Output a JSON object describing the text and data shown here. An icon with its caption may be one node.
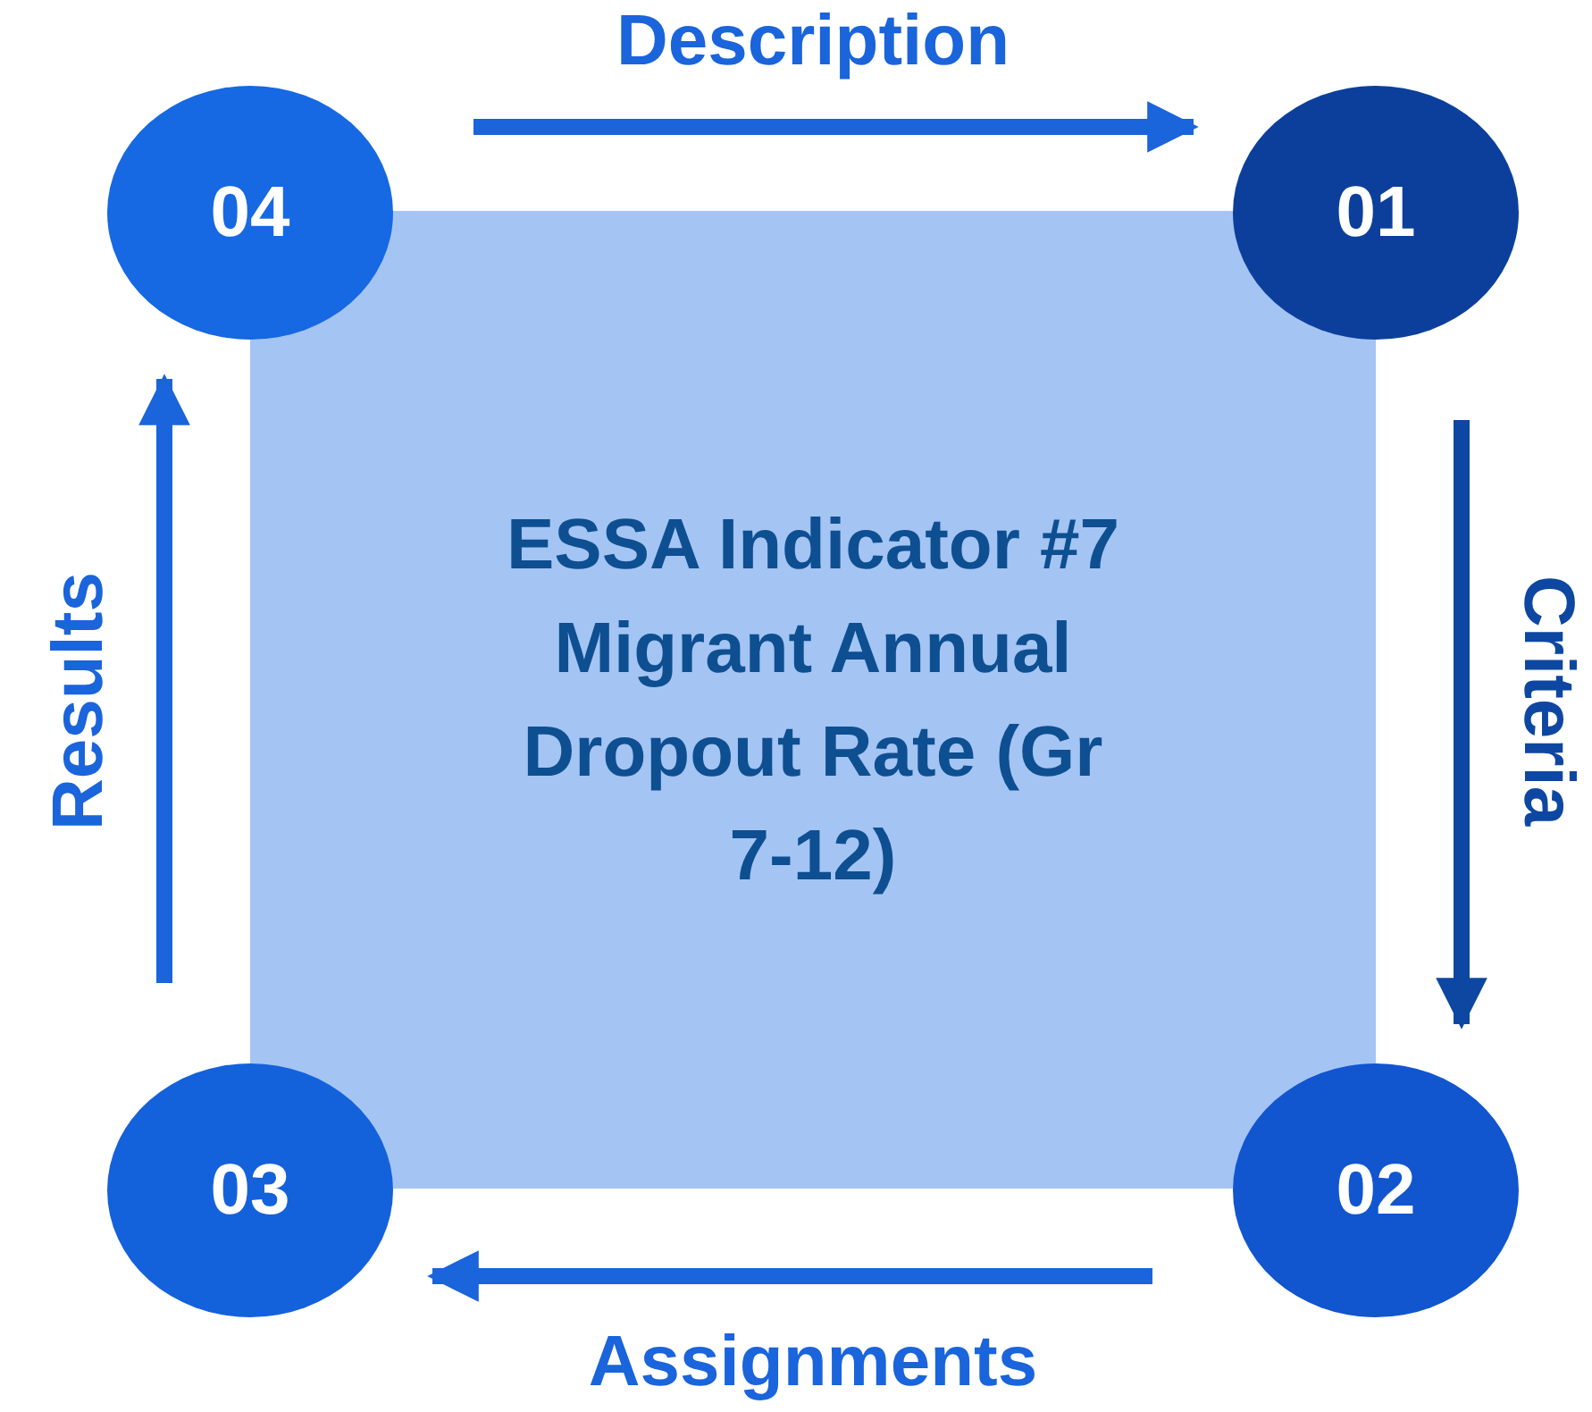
{
  "diagram": {
    "nodes": [
      {
        "text": [
          "04"
        ]
      },
      {
        "text": [
          "01"
        ]
      },
      {
        "text": [
          "ESSA Indicator #7 Migrant Annual Dropout Rate (Gr 7-12)"
        ]
      },
      {
        "text": [
          "03"
        ]
      },
      {
        "text": [
          "02"
        ]
      }
    ],
    "edges": [
      {
        "from": 0,
        "to": 1,
        "arrow": "to",
        "label": "Description"
      },
      {
        "from": 1,
        "to": 4,
        "arrow": "to",
        "label": "Criteria",
        "color": "#0d47a1"
      },
      {
        "from": 4,
        "to": 3,
        "arrow": "to",
        "label": "Assignments"
      },
      {
        "from": 3,
        "to": 0,
        "arrow": "to",
        "label": "Results"
      }
    ]
  }
}
